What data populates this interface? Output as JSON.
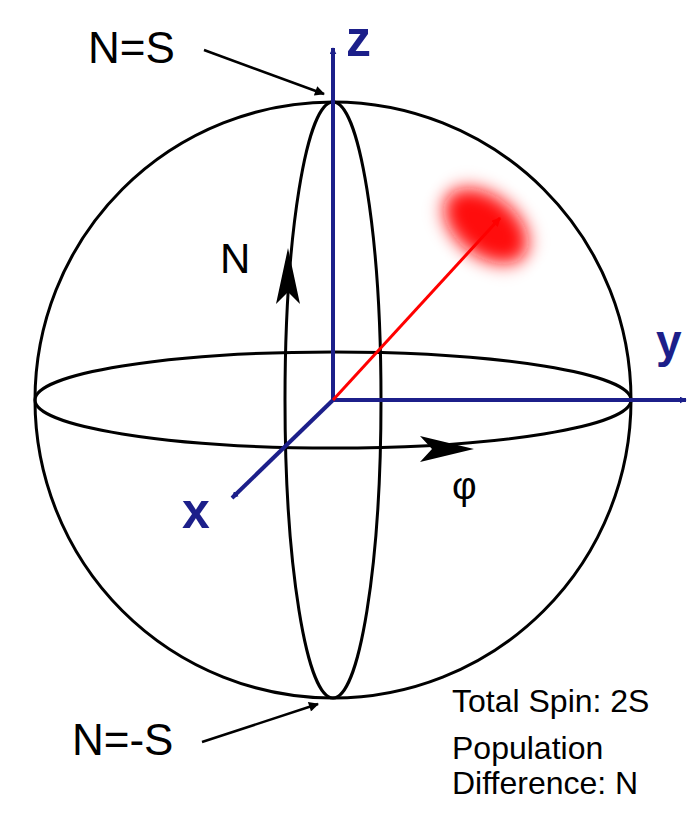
{
  "diagram": {
    "labels": [
      "N=S",
      "z",
      "N",
      "y",
      "x",
      "φ",
      "N=-S",
      "Total Spin: 2S",
      "Population Difference: N"
    ]
  }
}
